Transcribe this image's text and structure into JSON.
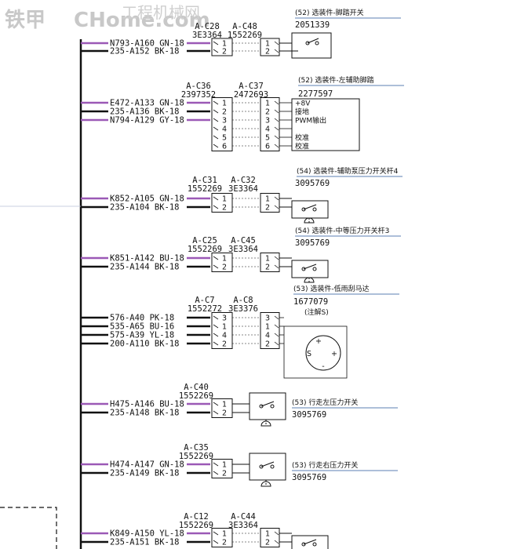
{
  "watermark": {
    "cn": "铁甲",
    "en": "CHome.com",
    "site": "工程机械网"
  },
  "colors": {
    "purple": "#9b59b6",
    "ink": "#111111",
    "titleRule": "#5b7fb3",
    "lightRule": "#b8bfd8"
  },
  "blocks": [
    {
      "id": "foot-pedal-switch",
      "connectors": [
        "A-C28",
        "A-C48"
      ],
      "part_nos": [
        "3E3364",
        "1552269"
      ],
      "title": "(52) 选装件-脚踏开关",
      "part": "2051339",
      "wires": [
        "N793-A160 GN-18",
        "235-A152 BK-18"
      ],
      "pins": [
        "1",
        "2"
      ]
    },
    {
      "id": "left-aux-pedal",
      "connectors": [
        "A-C36",
        "A-C37"
      ],
      "part_nos": [
        "2397352",
        "2472693"
      ],
      "title": "(52) 选装件-左辅助脚踏",
      "part": "2277597",
      "wires": [
        "E472-A133 GN-18",
        "235-A136 BK-18",
        "N794-A129 GY-18"
      ],
      "pins": [
        "1",
        "2",
        "3",
        "4",
        "5",
        "6"
      ],
      "pin_labels": [
        "+8V",
        "接地",
        "PWM输出",
        "",
        "校准",
        "校准"
      ]
    },
    {
      "id": "aux-pump-pressure-switch",
      "connectors": [
        "A-C31",
        "A-C32"
      ],
      "part_nos": [
        "1552269",
        "3E3364"
      ],
      "title": "(54) 选装件-辅助泵压力开关杆4",
      "part": "3095769",
      "wires": [
        "K852-A105 GN-18",
        "235-A104 BK-18"
      ],
      "pins": [
        "1",
        "2"
      ]
    },
    {
      "id": "medium-pressure-switch",
      "connectors": [
        "A-C25",
        "A-C45"
      ],
      "part_nos": [
        "1552269",
        "3E3364"
      ],
      "title": "(54) 选装件-中等压力开关杆3",
      "part": "3095769",
      "wires": [
        "K851-A142 BU-18",
        "235-A144 BK-18"
      ],
      "pins": [
        "1",
        "2"
      ]
    },
    {
      "id": "low-wiper-motor",
      "connectors": [
        "A-C7",
        "A-C8"
      ],
      "part_nos": [
        "1552272",
        "3E3376"
      ],
      "title": "(53) 选装件-低雨刮马达",
      "part": "1677079",
      "note": "(注解S)",
      "wires": [
        "576-A40 PK-18",
        "535-A65 BU-16",
        "575-A39 YL-18",
        "200-A110 BK-18"
      ],
      "pins": [
        "3",
        "1",
        "4",
        "2"
      ],
      "motor_labels": [
        "S",
        "+",
        "-",
        "+"
      ]
    },
    {
      "id": "travel-left-pressure-switch",
      "connectors": [
        "A-C40"
      ],
      "part_nos": [
        "1552269"
      ],
      "title": "(53) 行走左压力开关",
      "part": "3095769",
      "wires": [
        "H475-A146 BU-18",
        "235-A148 BK-18"
      ],
      "pins": [
        "1",
        "2"
      ]
    },
    {
      "id": "travel-right-pressure-switch",
      "connectors": [
        "A-C35"
      ],
      "part_nos": [
        "1552269"
      ],
      "title": "(53) 行走右压力开关",
      "part": "3095769",
      "wires": [
        "H474-A147 GN-18",
        "235-A149 BK-18"
      ],
      "pins": [
        "1",
        "2"
      ]
    },
    {
      "id": "bottom-switch",
      "connectors": [
        "A-C12",
        "A-C44"
      ],
      "part_nos": [
        "1552269",
        "3E3364"
      ],
      "wires": [
        "K849-A150 YL-18",
        "235-A151 BK-18"
      ],
      "pins": [
        "1",
        "2"
      ]
    }
  ]
}
